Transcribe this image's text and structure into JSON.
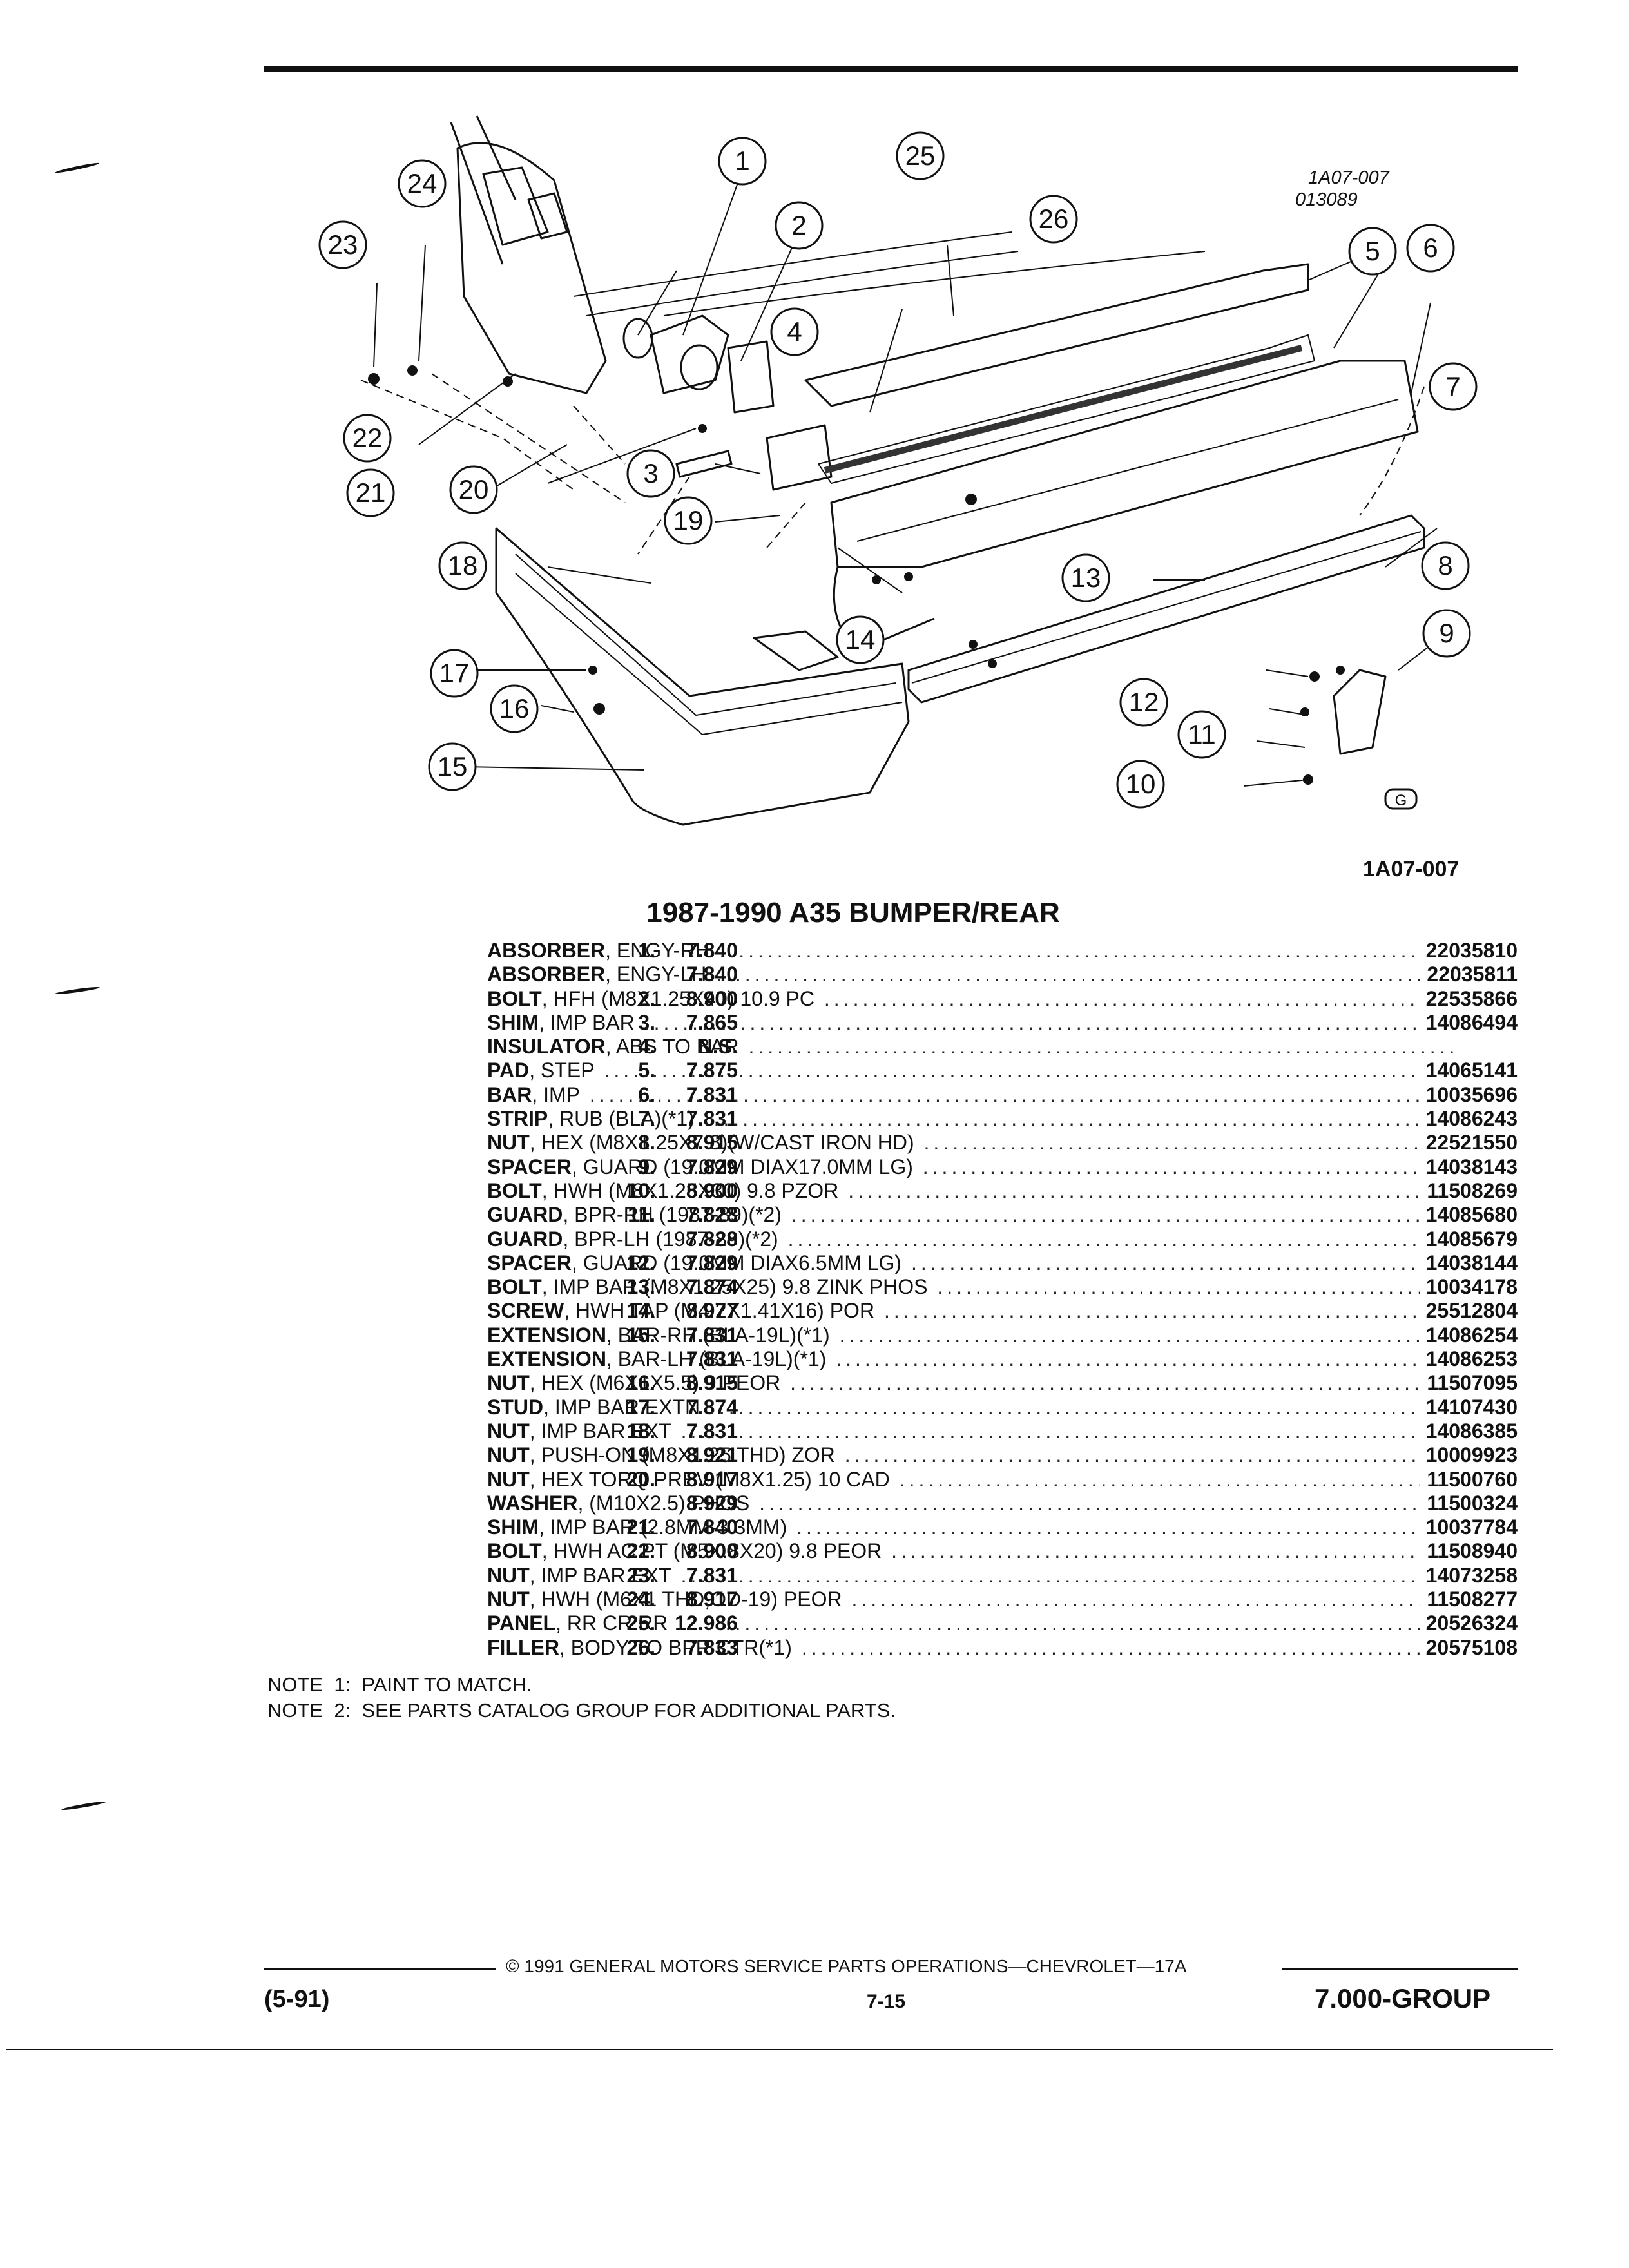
{
  "illustration": {
    "id_line1": "1A07-007",
    "id_line2": "013089",
    "callouts": [
      "1",
      "2",
      "3",
      "4",
      "5",
      "6",
      "7",
      "8",
      "9",
      "10",
      "11",
      "12",
      "13",
      "14",
      "15",
      "16",
      "17",
      "18",
      "19",
      "20",
      "21",
      "22",
      "23",
      "24",
      "25",
      "26"
    ]
  },
  "figure_code": "1A07-007",
  "title": "1987-1990 A35 BUMPER/REAR",
  "parts": [
    {
      "num": "1.",
      "code": "7.840",
      "name": "ABSORBER",
      "spec": ", ENGY-RH",
      "pn": "22035810"
    },
    {
      "num": "",
      "code": "7.840",
      "name": "ABSORBER",
      "spec": ", ENGY-LH",
      "pn": "22035811"
    },
    {
      "num": "2.",
      "code": "8.900",
      "name": "BOLT",
      "spec": ", HFH (M8X1.25X40) 10.9 PC",
      "pn": "22535866"
    },
    {
      "num": "3.",
      "code": "7.865",
      "name": "SHIM",
      "spec": ", IMP BAR",
      "pn": "14086494"
    },
    {
      "num": "4.",
      "code": "N.S.",
      "name": "INSULATOR",
      "spec": ", ABS TO BAR",
      "pn": ""
    },
    {
      "num": "5.",
      "code": "7.875",
      "name": "PAD",
      "spec": ", STEP",
      "pn": "14065141"
    },
    {
      "num": "6.",
      "code": "7.831",
      "name": "BAR",
      "spec": ", IMP",
      "pn": "10035696"
    },
    {
      "num": "7.",
      "code": "7.831",
      "name": "STRIP",
      "spec": ", RUB (BLA)(*1)",
      "pn": "14086243"
    },
    {
      "num": "8.",
      "code": "8.915",
      "name": "NUT",
      "spec": ", HEX (M8X1.25X7.8)(W/CAST IRON HD)",
      "pn": "22521550"
    },
    {
      "num": "9.",
      "code": "7.829",
      "name": "SPACER",
      "spec": ", GUARD (19.0MM DIAX17.0MM LG)",
      "pn": "14038143"
    },
    {
      "num": "10.",
      "code": "8.900",
      "name": "BOLT",
      "spec": ", HWH (M8X1.25X30) 9.8 PZOR",
      "pn": "11508269"
    },
    {
      "num": "11.",
      "code": "7.828",
      "name": "GUARD",
      "spec": ", BPR-RH (1987-89)(*2)",
      "pn": "14085680"
    },
    {
      "num": "",
      "code": "7.828",
      "name": "GUARD",
      "spec": ", BPR-LH (1987-89)(*2)",
      "pn": "14085679"
    },
    {
      "num": "12.",
      "code": "7.829",
      "name": "SPACER",
      "spec": ", GUARD (19.0MM DIAX6.5MM LG)",
      "pn": "14038144"
    },
    {
      "num": "13.",
      "code": "7.874",
      "name": "BOLT",
      "spec": ", IMP BAR (M8X1.25X25) 9.8 ZINK PHOS",
      "pn": "10034178"
    },
    {
      "num": "14.",
      "code": "8.977",
      "name": "SCREW",
      "spec": ", HWH TAP (M4.2X1.41X16) POR",
      "pn": "25512804"
    },
    {
      "num": "15.",
      "code": "7.831",
      "name": "EXTENSION",
      "spec": ", BAR-RH (BLA-19L)(*1)",
      "pn": "14086254"
    },
    {
      "num": "",
      "code": "7.831",
      "name": "EXTENSION",
      "spec": ", BAR-LH (BLA-19L)(*1)",
      "pn": "14086253"
    },
    {
      "num": "16.",
      "code": "8.915",
      "name": "NUT",
      "spec": ", HEX (M6X1X5.5) 9 PEOR",
      "pn": "11507095"
    },
    {
      "num": "17.",
      "code": "7.874",
      "name": "STUD",
      "spec": ", IMP BAR EXTN",
      "pn": "14107430"
    },
    {
      "num": "18.",
      "code": "7.831",
      "name": "NUT",
      "spec": ", IMP BAR EXT",
      "pn": "14086385"
    },
    {
      "num": "19.",
      "code": "8.921",
      "name": "NUT",
      "spec": ", PUSH-ON (M8X1.25 THD) ZOR",
      "pn": "10009923"
    },
    {
      "num": "20.",
      "code": "8.917",
      "name": "NUT",
      "spec": ", HEX TORQ PREV (M8X1.25) 10 CAD",
      "pn": "11500760"
    },
    {
      "num": "",
      "code": "8.929",
      "name": "WASHER",
      "spec": ", (M10X2.5) PHOS",
      "pn": "11500324"
    },
    {
      "num": "21.",
      "code": "7.840",
      "name": "SHIM",
      "spec": ", IMP BAR (2.8MM-3.3MM)",
      "pn": "10037784"
    },
    {
      "num": "22.",
      "code": "8.900",
      "name": "BOLT",
      "spec": ", HWH AC PT (M5X.8X20) 9.8 PEOR",
      "pn": "11508940"
    },
    {
      "num": "23.",
      "code": "7.831",
      "name": "NUT",
      "spec": ", IMP BAR EXT",
      "pn": "14073258"
    },
    {
      "num": "24.",
      "code": "8.917",
      "name": "NUT",
      "spec": ", HWH (M6X1 THD,OD-19) PEOR",
      "pn": "11508277"
    },
    {
      "num": "25.",
      "code": "12.986",
      "name": "PANEL",
      "spec": ", RR CR RR",
      "pn": "20526324"
    },
    {
      "num": "26.",
      "code": "7.833",
      "name": "FILLER",
      "spec": ", BODY TO BPR CTR(*1)",
      "pn": "20575108"
    }
  ],
  "notes": [
    "NOTE  1:  PAINT TO MATCH.",
    "NOTE  2:  SEE PARTS CATALOG GROUP FOR ADDITIONAL PARTS."
  ],
  "footer": {
    "copyright": "©  1991  GENERAL MOTORS SERVICE PARTS OPERATIONS—CHEVROLET—17A",
    "revision": "(5-91)",
    "page": "7-15",
    "group": "7.000-GROUP"
  }
}
